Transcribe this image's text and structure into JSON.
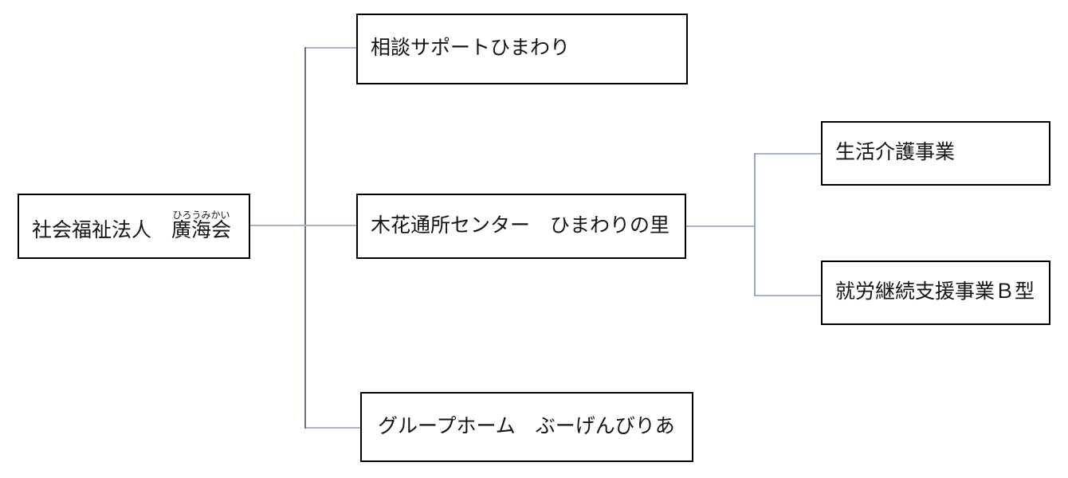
{
  "org_chart": {
    "root": {
      "prefix": "社会福祉法人　",
      "name": "廣海会",
      "furigana": "ひろうみかい"
    },
    "branches": [
      {
        "label": "相談サポートひまわり"
      },
      {
        "label": "木花通所センター　ひまわりの里",
        "children": [
          {
            "label": "生活介護事業"
          },
          {
            "label": "就労継続支援事業Ｂ型"
          }
        ]
      },
      {
        "label": "グループホーム　ぶーげんびりあ"
      }
    ],
    "colors": {
      "box_border": "#000000",
      "connector_light": "#a8b4c8",
      "connector_dark": "#67727f",
      "connector_right": "#9aa8bd",
      "background": "#ffffff"
    }
  }
}
